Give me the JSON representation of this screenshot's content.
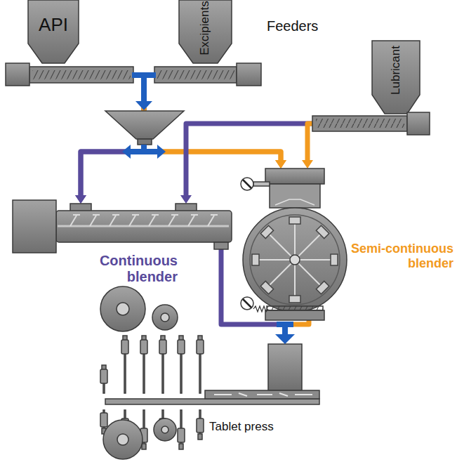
{
  "diagram": {
    "nodes": [
      {
        "text": [
          "API"
        ]
      },
      {
        "text": [
          "Excipients"
        ]
      },
      {
        "text": [
          "Lubricant"
        ]
      },
      {
        "text": [
          "Continuous blender"
        ]
      },
      {
        "text": [
          "Semi-continuous blender"
        ]
      },
      {
        "text": [
          "Tablet press"
        ]
      }
    ],
    "edges": [
      {
        "from": 0,
        "to": 3,
        "arrow": "to"
      },
      {
        "from": 1,
        "to": 3,
        "arrow": "to"
      },
      {
        "from": 0,
        "to": 4,
        "arrow": "to"
      },
      {
        "from": 1,
        "to": 4,
        "arrow": "to"
      },
      {
        "from": 2,
        "to": 3,
        "arrow": "to"
      },
      {
        "from": 2,
        "to": 4,
        "arrow": "to"
      },
      {
        "from": 3,
        "to": 5,
        "arrow": "to"
      },
      {
        "from": 4,
        "to": 5,
        "arrow": "to"
      }
    ],
    "labels": [
      "Feeders"
    ]
  }
}
